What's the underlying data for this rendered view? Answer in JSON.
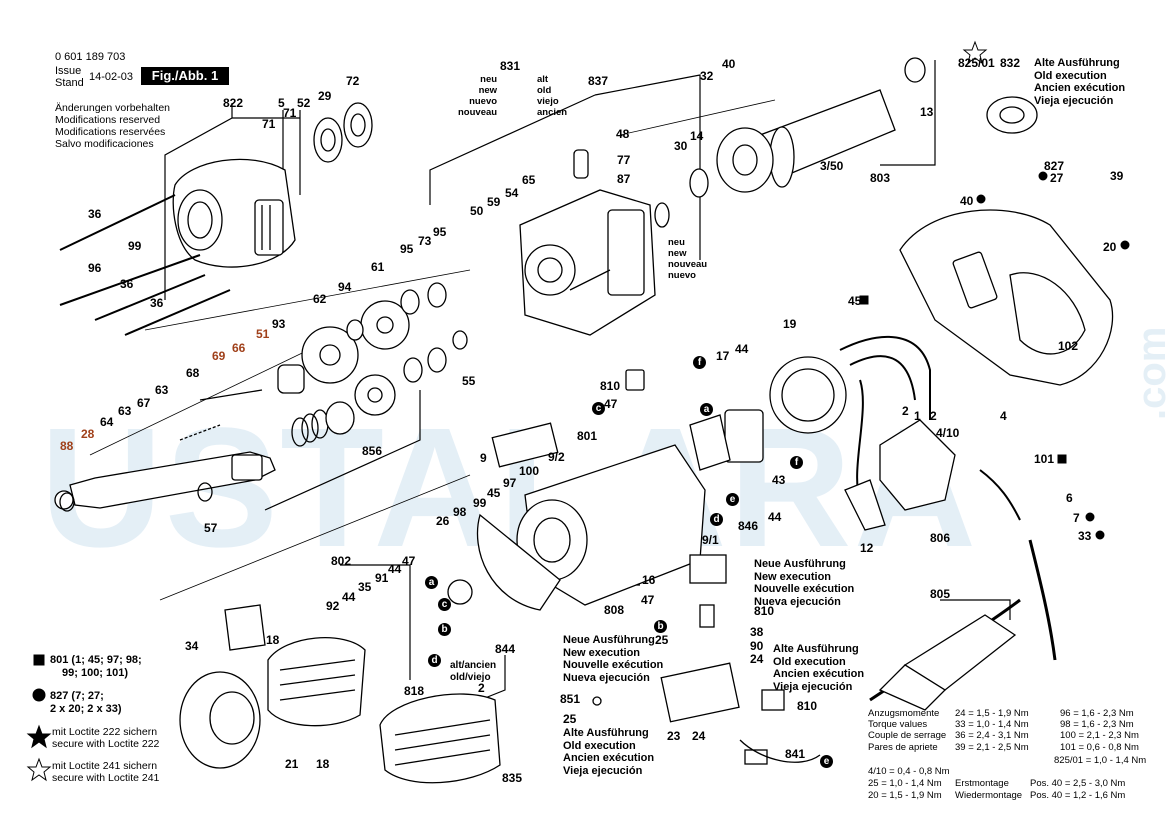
{
  "header": {
    "part_no": "0 601 189 703",
    "issue_label": "Issue",
    "stand_label": "Stand",
    "date": "14-02-03",
    "fig_label": "Fig./Abb. 1"
  },
  "notice": [
    "Änderungen vorbehalten",
    "Modifications reserved",
    "Modifications reservées",
    "Salvo modificaciones"
  ],
  "watermark": {
    "main": "USTALARA",
    "side": ".com",
    "color": "#cfe2f0"
  },
  "callouts": [
    {
      "id": "c822",
      "text": "822"
    },
    {
      "id": "c5",
      "text": "5"
    },
    {
      "id": "c52",
      "text": "52"
    },
    {
      "id": "c71a",
      "text": "71"
    },
    {
      "id": "c71b",
      "text": "71"
    },
    {
      "id": "c29",
      "text": "29"
    },
    {
      "id": "c72",
      "text": "72"
    },
    {
      "id": "c36a",
      "text": "36"
    },
    {
      "id": "c99a",
      "text": "99"
    },
    {
      "id": "c96",
      "text": "96"
    },
    {
      "id": "c36b",
      "text": "36"
    },
    {
      "id": "c36c",
      "text": "36"
    },
    {
      "id": "c831",
      "text": "831"
    },
    {
      "id": "c837",
      "text": "837"
    },
    {
      "id": "c32",
      "text": "32"
    },
    {
      "id": "c40",
      "text": "40"
    },
    {
      "id": "c48",
      "text": "48"
    },
    {
      "id": "c77",
      "text": "77"
    },
    {
      "id": "c87",
      "text": "87"
    },
    {
      "id": "c65",
      "text": "65"
    },
    {
      "id": "c54",
      "text": "54"
    },
    {
      "id": "c59",
      "text": "59"
    },
    {
      "id": "c50",
      "text": "50"
    },
    {
      "id": "c30",
      "text": "30"
    },
    {
      "id": "c14",
      "text": "14"
    },
    {
      "id": "c13",
      "text": "13"
    },
    {
      "id": "c350",
      "text": "3/50"
    },
    {
      "id": "c803",
      "text": "803"
    },
    {
      "id": "c82501",
      "text": "825/01"
    },
    {
      "id": "c832",
      "text": "832"
    },
    {
      "id": "c827",
      "text": "827"
    },
    {
      "id": "c27",
      "text": "27"
    },
    {
      "id": "c39",
      "text": "39"
    },
    {
      "id": "c40b",
      "text": "40"
    },
    {
      "id": "c20",
      "text": "20"
    },
    {
      "id": "c45a",
      "text": "45"
    },
    {
      "id": "c102",
      "text": "102"
    },
    {
      "id": "c19",
      "text": "19"
    },
    {
      "id": "c4",
      "text": "4"
    },
    {
      "id": "c410",
      "text": "4/10"
    },
    {
      "id": "c101",
      "text": "101"
    },
    {
      "id": "c6",
      "text": "6"
    },
    {
      "id": "c7",
      "text": "7"
    },
    {
      "id": "c33",
      "text": "33"
    },
    {
      "id": "c806",
      "text": "806"
    },
    {
      "id": "c12",
      "text": "12"
    },
    {
      "id": "c93",
      "text": "93"
    },
    {
      "id": "c62",
      "text": "62"
    },
    {
      "id": "c94",
      "text": "94"
    },
    {
      "id": "c61",
      "text": "61"
    },
    {
      "id": "c95a",
      "text": "95"
    },
    {
      "id": "c73",
      "text": "73"
    },
    {
      "id": "c95b",
      "text": "95"
    },
    {
      "id": "c51",
      "text": "51"
    },
    {
      "id": "c69",
      "text": "69"
    },
    {
      "id": "c66",
      "text": "66"
    },
    {
      "id": "c55",
      "text": "55"
    },
    {
      "id": "c68",
      "text": "68"
    },
    {
      "id": "c63a",
      "text": "63"
    },
    {
      "id": "c67",
      "text": "67"
    },
    {
      "id": "c63b",
      "text": "63"
    },
    {
      "id": "c64",
      "text": "64"
    },
    {
      "id": "c28",
      "text": "28"
    },
    {
      "id": "c88",
      "text": "88"
    },
    {
      "id": "c856",
      "text": "856"
    },
    {
      "id": "c57",
      "text": "57"
    },
    {
      "id": "c810a",
      "text": "810"
    },
    {
      "id": "c47a",
      "text": "47"
    },
    {
      "id": "c17",
      "text": "17"
    },
    {
      "id": "c44a",
      "text": "44"
    },
    {
      "id": "c9",
      "text": "9"
    },
    {
      "id": "c801",
      "text": "801"
    },
    {
      "id": "c92",
      "text": "9/2"
    },
    {
      "id": "c100",
      "text": "100"
    },
    {
      "id": "c97",
      "text": "97"
    },
    {
      "id": "c45b",
      "text": "45"
    },
    {
      "id": "c99b",
      "text": "99"
    },
    {
      "id": "c98",
      "text": "98"
    },
    {
      "id": "c43",
      "text": "43"
    },
    {
      "id": "c846",
      "text": "846"
    },
    {
      "id": "c44b",
      "text": "44"
    },
    {
      "id": "c26",
      "text": "26"
    },
    {
      "id": "c91b",
      "text": "9/1"
    },
    {
      "id": "c802",
      "text": "802"
    },
    {
      "id": "c47b",
      "text": "47"
    },
    {
      "id": "c44c",
      "text": "44"
    },
    {
      "id": "c91",
      "text": "91"
    },
    {
      "id": "c35",
      "text": "35"
    },
    {
      "id": "c92b",
      "text": "92"
    },
    {
      "id": "c44d",
      "text": "44"
    },
    {
      "id": "c18a",
      "text": "18"
    },
    {
      "id": "c34",
      "text": "34"
    },
    {
      "id": "c808",
      "text": "808"
    },
    {
      "id": "c16",
      "text": "16"
    },
    {
      "id": "c47c",
      "text": "47"
    },
    {
      "id": "c810b",
      "text": "810"
    },
    {
      "id": "c25a",
      "text": "25"
    },
    {
      "id": "c38",
      "text": "38"
    },
    {
      "id": "c90",
      "text": "90"
    },
    {
      "id": "c24a",
      "text": "24"
    },
    {
      "id": "c844",
      "text": "844"
    },
    {
      "id": "c2",
      "text": "2"
    },
    {
      "id": "c818",
      "text": "818"
    },
    {
      "id": "c851",
      "text": "851"
    },
    {
      "id": "c25b",
      "text": "25"
    },
    {
      "id": "c23",
      "text": "23"
    },
    {
      "id": "c24b",
      "text": "24"
    },
    {
      "id": "c810c",
      "text": "810"
    },
    {
      "id": "c841",
      "text": "841"
    },
    {
      "id": "c21",
      "text": "21"
    },
    {
      "id": "c18b",
      "text": "18"
    },
    {
      "id": "c835",
      "text": "835"
    },
    {
      "id": "c805",
      "text": "805"
    },
    {
      "id": "c1",
      "text": "1"
    },
    {
      "id": "c2b",
      "text": "2"
    },
    {
      "id": "c2c",
      "text": "2"
    }
  ],
  "letter_markers": [
    {
      "id": "la1",
      "text": "a"
    },
    {
      "id": "lc1",
      "text": "c"
    },
    {
      "id": "lb1",
      "text": "b"
    },
    {
      "id": "ld1",
      "text": "d"
    },
    {
      "id": "lf1",
      "text": "f"
    },
    {
      "id": "la2",
      "text": "a"
    },
    {
      "id": "lc2",
      "text": "c"
    },
    {
      "id": "lf2",
      "text": "f"
    },
    {
      "id": "le1",
      "text": "e"
    },
    {
      "id": "ld2",
      "text": "d"
    },
    {
      "id": "lb2",
      "text": "b"
    },
    {
      "id": "le2",
      "text": "e"
    }
  ],
  "variant_labels": {
    "neu_831": [
      "neu",
      "new",
      "nuevo",
      "nouveau"
    ],
    "alt_831": [
      "alt",
      "old",
      "viejo",
      "ancien"
    ],
    "neu_30": [
      "neu",
      "new",
      "nouveau",
      "nuevo"
    ],
    "alt_ancien": [
      "alt/ancien",
      "old/viejo"
    ]
  },
  "blocks": {
    "alte_top": [
      "Alte Ausführung",
      "Old execution",
      "Ancien exécution",
      "Vieja ejecución"
    ],
    "neue_16": [
      "Neue Ausführung",
      "New execution",
      "Nouvelle exécution",
      "Nueva ejecución"
    ],
    "neue_25": [
      "Neue Ausführung",
      "New execution",
      "Nouvelle exécution",
      "Nueva ejecución"
    ],
    "alte_810": [
      "Alte Ausführung",
      "Old execution",
      "Ancien exécution",
      "Vieja ejecución"
    ],
    "alte_25": [
      "Alte Ausführung",
      "Old execution",
      "Ancien exécution",
      "Vieja ejecución"
    ]
  },
  "legend": {
    "square_lines": [
      "801 (1; 45; 97; 98;",
      "99; 100; 101)"
    ],
    "circle_lines": [
      "827 (7; 27;",
      "2 x 20; 2 x 33)"
    ],
    "star_lines": [
      "mit Loctite 222 sichern",
      "secure with Loctite 222"
    ],
    "star_outline_lines": [
      "mit Loctite 241 sichern",
      "secure with Loctite 241"
    ]
  },
  "torque": {
    "labels": [
      "Anzugsmomente",
      "Torque values",
      "Couple de serrage",
      "Pares de apriete"
    ],
    "col1": [
      "24 = 1,5 - 1,9 Nm",
      "33 = 1,0 - 1,4 Nm",
      "36 = 2,4 - 3,1 Nm",
      "39 = 2,1 - 2,5 Nm"
    ],
    "col2": [
      "96 = 1,6 - 2,3 Nm",
      "98 = 1,6 - 2,3 Nm",
      "100 = 2,1 - 2,3 Nm",
      "101 = 0,6 - 0,8 Nm"
    ],
    "rows_lower": [
      {
        "a": "",
        "b": "825/01 = 1,0 - 1,4 Nm"
      },
      {
        "a": "4/10 = 0,4 - 0,8 Nm",
        "b": ""
      },
      {
        "a": "25 = 1,0 - 1,4 Nm",
        "b": "Erstmontage",
        "c": "Pos. 40 = 2,5 - 3,0 Nm"
      },
      {
        "a": "20 = 1,5 - 1,9 Nm",
        "b": "Wiedermontage",
        "c": "Pos. 40 = 1,2 - 1,6 Nm"
      }
    ]
  }
}
